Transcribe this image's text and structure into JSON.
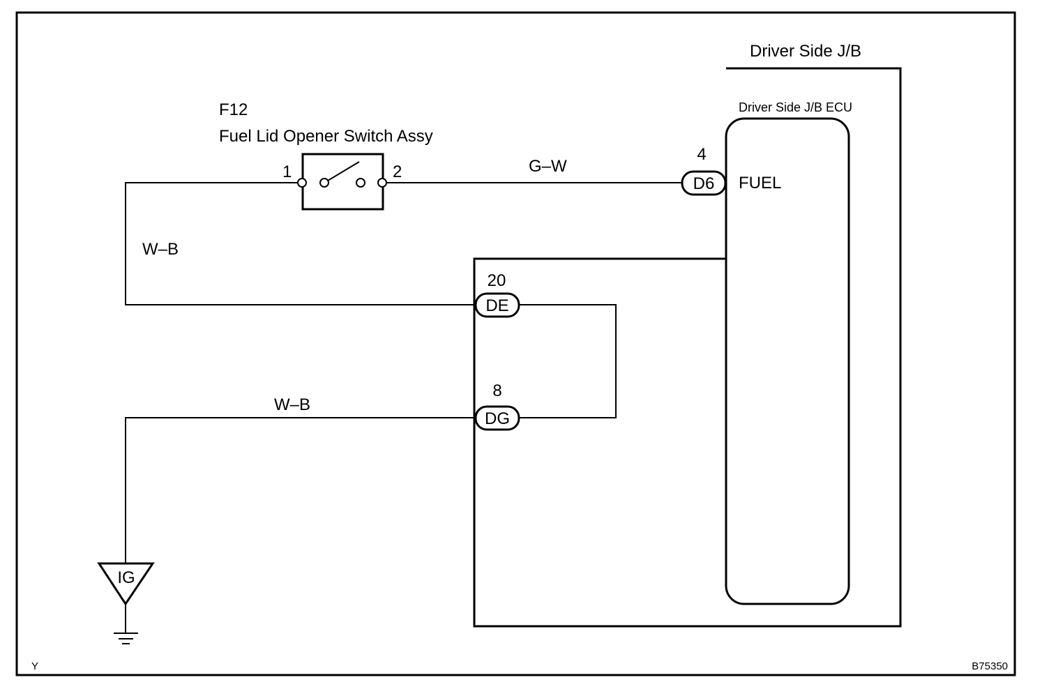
{
  "switch": {
    "code": "F12",
    "name": "Fuel Lid Opener Switch Assy",
    "pin_left": "1",
    "pin_right": "2"
  },
  "junction_block": {
    "title": "Driver Side J/B",
    "ecu": {
      "title": "Driver Side J/B ECU",
      "terminal": "FUEL"
    }
  },
  "connectors": {
    "d6": {
      "name": "D6",
      "pin": "4"
    },
    "de": {
      "name": "DE",
      "pin": "20"
    },
    "dg": {
      "name": "DG",
      "pin": "8"
    }
  },
  "wires": {
    "switch_to_ecu": "G–W",
    "switch_to_de": "W–B",
    "dg_to_ground": "W–B"
  },
  "ground": {
    "label": "IG"
  },
  "corner_marks": {
    "left": "Y",
    "right": "B75350"
  },
  "colors": {
    "line": "#000000",
    "background": "#ffffff"
  }
}
